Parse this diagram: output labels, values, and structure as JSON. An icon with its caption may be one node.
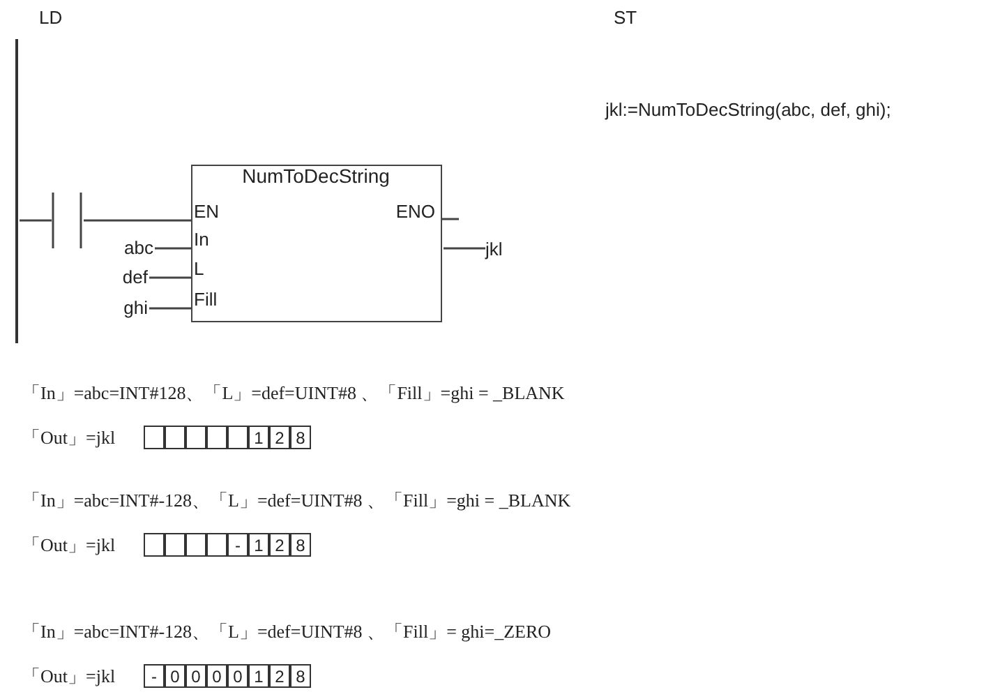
{
  "diagram": {
    "nodes": [
      {
        "text": [],
        "shape": "bar"
      },
      {
        "text": [],
        "shape": "contact"
      },
      {
        "text": [
          "NumToDecString",
          "EN",
          "In",
          "L",
          "Fill",
          "ENO"
        ]
      },
      {
        "text": [
          "abc"
        ]
      },
      {
        "text": [
          "def"
        ]
      },
      {
        "text": [
          "ghi"
        ]
      },
      {
        "text": [
          "jkl"
        ]
      }
    ],
    "edges": [
      {
        "from": 0,
        "to": 1,
        "arrow": "none"
      },
      {
        "from": 1,
        "to": 2,
        "arrow": "none"
      },
      {
        "from": 3,
        "to": 2,
        "arrow": "none"
      },
      {
        "from": 4,
        "to": 2,
        "arrow": "none"
      },
      {
        "from": 5,
        "to": 2,
        "arrow": "none"
      },
      {
        "from": 2,
        "to": null,
        "arrow": "none"
      },
      {
        "from": 2,
        "to": 6,
        "arrow": "none"
      }
    ],
    "labels": [
      "LD",
      "ST",
      "jkl:=NumToDecString(abc, def, ghi);",
      "「In」=abc=INT#128、「L」=def=UINT#8 、「Fill」=ghi = _BLANK",
      "「Out」=jkl",
      "1",
      "2",
      "8",
      "「In」=abc=INT#-128、「L」=def=UINT#8 、「Fill」=ghi = _BLANK",
      "「Out」=jkl",
      "-",
      "1",
      "2",
      "8",
      "「In」=abc=INT#-128、「L」=def=UINT#8 、「Fill」= ghi=_ZERO",
      "「Out」=jkl",
      "-",
      "0",
      "0",
      "0",
      "0",
      "1",
      "2",
      "8"
    ]
  }
}
